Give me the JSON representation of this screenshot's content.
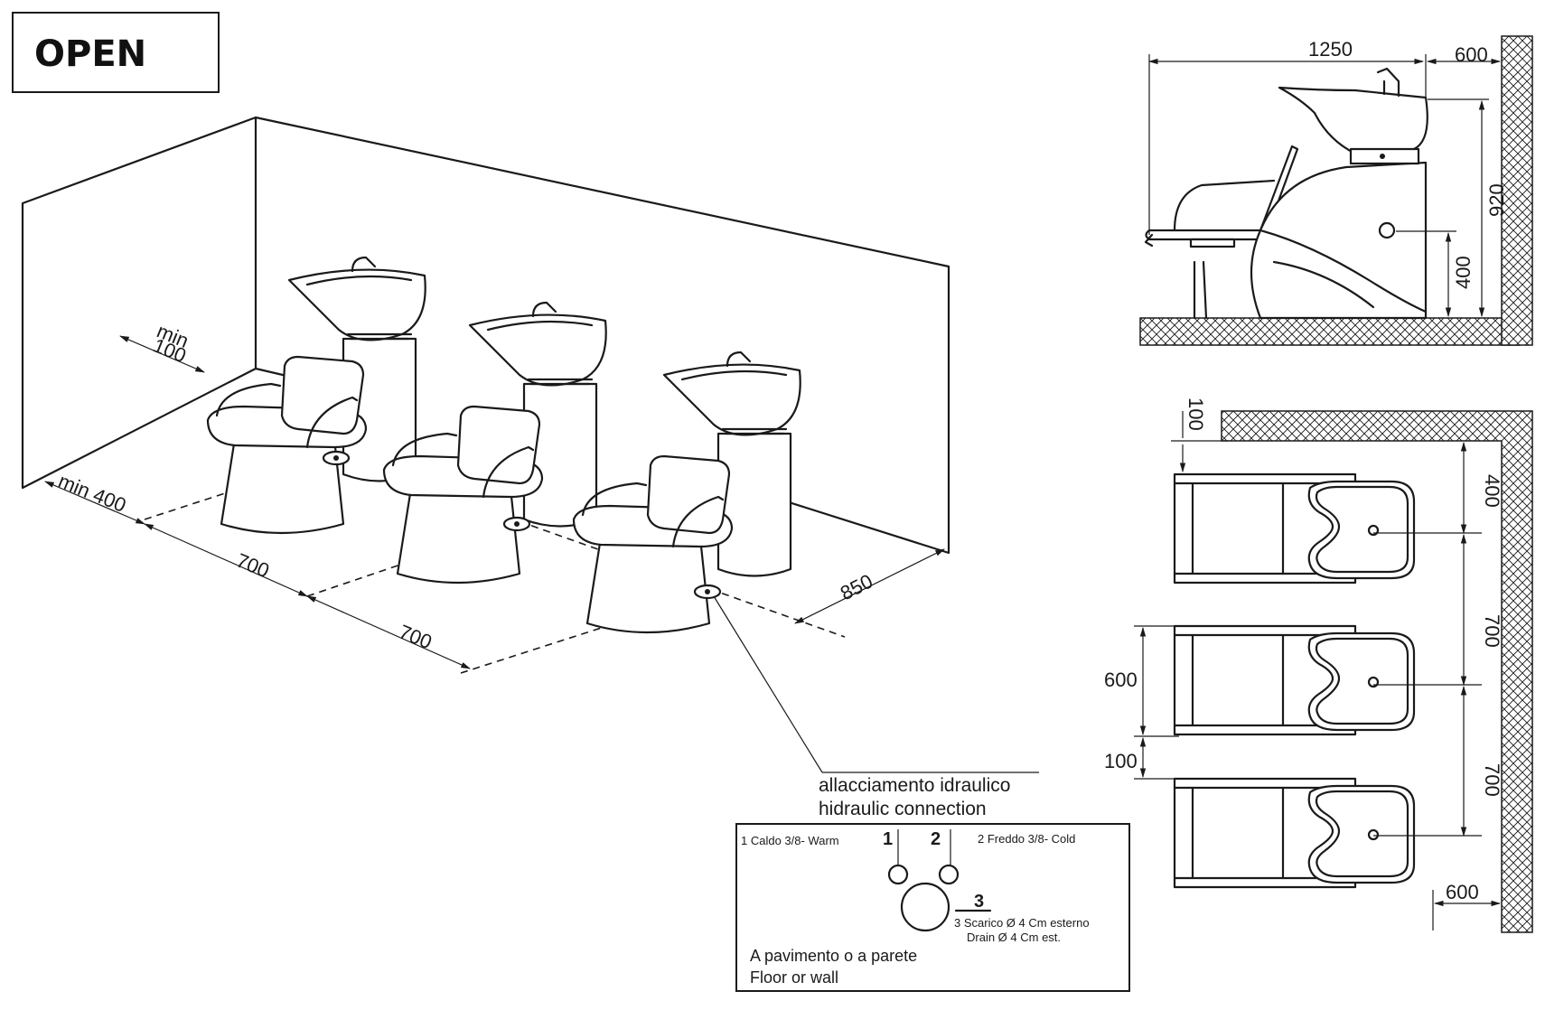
{
  "title": "OPEN",
  "perspective": {
    "min100": {
      "line1": "min",
      "line2": "100"
    },
    "min400": "min 400",
    "spacing1": "700",
    "spacing2": "700",
    "depth": "850"
  },
  "side_view": {
    "length": "1250",
    "wall_gap": "600",
    "height": "920",
    "drain_height": "400"
  },
  "top_view": {
    "wall_offset": "100",
    "first_center": "400",
    "pitch1": "700",
    "pitch2": "700",
    "chair_width": "600",
    "chair_gap": "100",
    "bottom_offset": "600"
  },
  "hydraulic": {
    "label_it": "allacciamento idraulico",
    "label_en": "hidraulic connection",
    "n1": "1",
    "n2": "2",
    "n3": "3",
    "warm": "1 Caldo 3/8- Warm",
    "cold": "2 Freddo 3/8- Cold",
    "drain_it": "3 Scarico Ø 4 Cm esterno",
    "drain_en": "Drain  Ø 4 Cm est.",
    "floor_it": "A pavimento o a parete",
    "floor_en": "Floor or wall"
  }
}
